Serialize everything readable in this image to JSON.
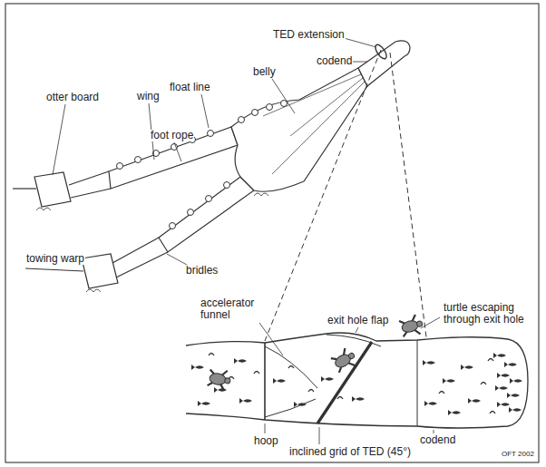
{
  "diagram": {
    "labels": [
      "TED extension",
      "belly",
      "codend",
      "float line",
      "wing",
      "otter board",
      "foot rope",
      "towing warp",
      "bridles",
      "accelerator funnel",
      "exit hole flap",
      "turtle escaping through exit hole",
      "hoop",
      "codend",
      "inclined grid of TED (45°)",
      "OFT 2002"
    ]
  }
}
